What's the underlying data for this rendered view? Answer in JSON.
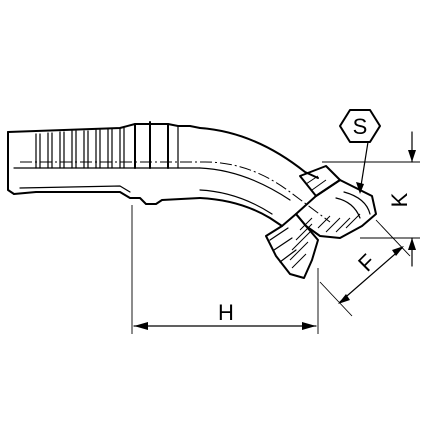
{
  "dimensions": {
    "h_label": "H",
    "k_label": "K",
    "f_label": "F",
    "s_label": "S"
  },
  "icons": {
    "hex_symbol": "hexagon-icon"
  },
  "colors": {
    "line": "#000000",
    "background": "#ffffff"
  }
}
